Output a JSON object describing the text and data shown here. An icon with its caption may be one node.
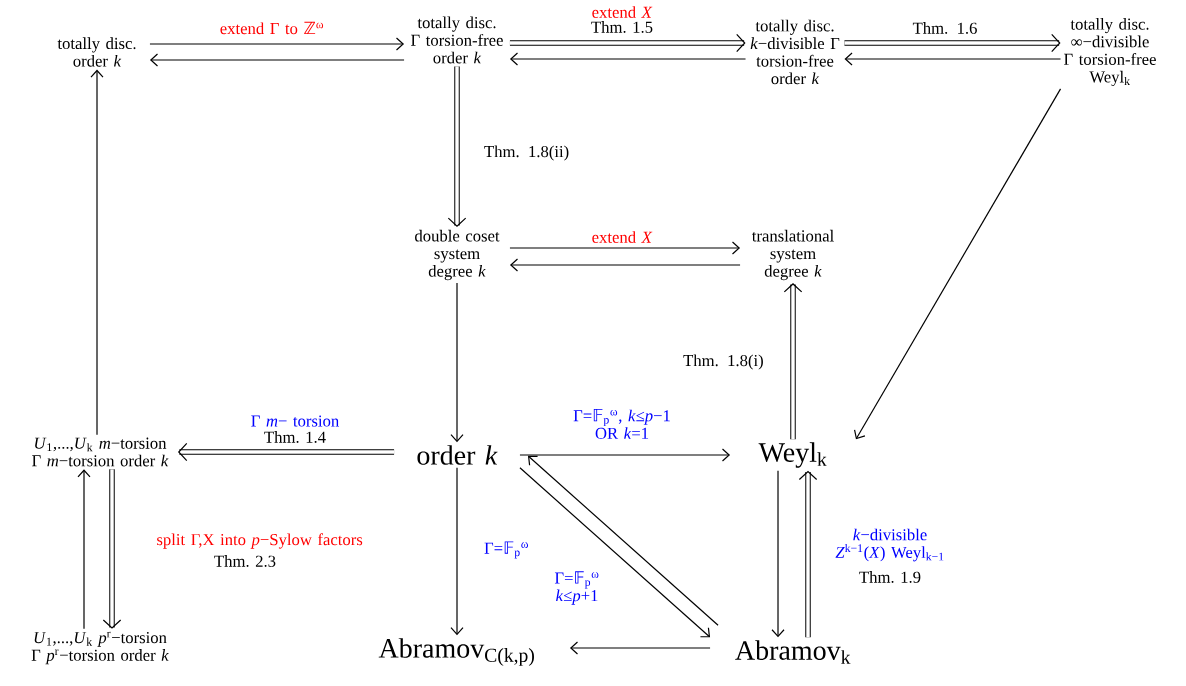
{
  "diagram": {
    "nodes": [
      {
        "text": [
          "totally disc. order *k*"
        ]
      },
      {
        "text": [
          "totally disc. Γ torsion-free order *k*"
        ]
      },
      {
        "text": [
          "totally disc. *k*−divisible Γ torsion-free order *k*"
        ]
      },
      {
        "text": [
          "totally disc. ∞−divisible Γ torsion-free Weyl$_{k}$"
        ]
      },
      {
        "text": [
          "double coset system degree *k*"
        ]
      },
      {
        "text": [
          "translational system degree *k*"
        ]
      },
      {
        "text": [
          "*U*$_{1}$,...,*U*$_{k}$ *m*−torsion Γ *m*−torsion order *k*"
        ]
      },
      {
        "text": [
          "order *k*"
        ]
      },
      {
        "text": [
          "Weyl$_{k}$"
        ]
      },
      {
        "text": [
          "*U*$_{1}$,...,*U*$_{k}$ *p*$^{r}$−torsion Γ *p*$^{r}$−torsion order *k*"
        ]
      },
      {
        "text": [
          "Abramov$_{C(k,p)}$"
        ]
      },
      {
        "text": [
          "Abramov$_{k}$"
        ]
      }
    ],
    "edges": [
      {
        "from": 0,
        "to": 1,
        "arrow": "to",
        "label": "extend Γ to ℤ$^{ω}$"
      },
      {
        "from": 1,
        "to": 0,
        "arrow": "to"
      },
      {
        "from": 1,
        "to": 2,
        "arrow": "to",
        "style": "thick",
        "label": "extend *X*"
      },
      {
        "from": 2,
        "to": 1,
        "arrow": "to"
      },
      {
        "from": 2,
        "to": 3,
        "arrow": "to",
        "style": "thick",
        "label": "Thm. 1.6"
      },
      {
        "from": 3,
        "to": 2,
        "arrow": "to"
      },
      {
        "from": 1,
        "to": 4,
        "arrow": "to",
        "style": "thick",
        "label": "Thm. 1.8(ii)"
      },
      {
        "from": 4,
        "to": 5,
        "arrow": "to",
        "label": "extend *X*"
      },
      {
        "from": 5,
        "to": 4,
        "arrow": "to"
      },
      {
        "from": 4,
        "to": 7,
        "arrow": "to"
      },
      {
        "from": 8,
        "to": 5,
        "arrow": "to",
        "style": "thick",
        "label": "Thm. 1.8(i)"
      },
      {
        "from": 3,
        "to": 8,
        "arrow": "to"
      },
      {
        "from": 6,
        "to": 0,
        "arrow": "to"
      },
      {
        "from": 7,
        "to": 6,
        "arrow": "to",
        "style": "thick",
        "label": "Γ *m*− torsion"
      },
      {
        "from": 9,
        "to": 6,
        "arrow": "to"
      },
      {
        "from": 6,
        "to": 9,
        "arrow": "to",
        "style": "thick",
        "label": "split Γ,X into *p*−Sylow factors"
      },
      {
        "from": 7,
        "to": 8,
        "arrow": "to",
        "label": "Γ=𝔽$_{p}$$^{ω}$, *k*≤*p*−1 OR *k*=1"
      },
      {
        "from": 7,
        "to": 10,
        "arrow": "to",
        "label": "Γ=𝔽$_{p}$$^{ω}$"
      },
      {
        "from": 7,
        "to": 11,
        "arrow": "to",
        "label": "Γ=𝔽$_{p}$$^{ω}$ *k*≤*p*+1"
      },
      {
        "from": 11,
        "to": 7,
        "arrow": "to"
      },
      {
        "from": 8,
        "to": 11,
        "arrow": "to"
      },
      {
        "from": 11,
        "to": 8,
        "arrow": "to",
        "style": "thick",
        "label": "*k*−divisible *Z*$^{k−1}$(*X*) Weyl$_{k−1}$"
      },
      {
        "from": 11,
        "to": 10,
        "arrow": "to"
      }
    ],
    "labels": [
      "Thm. 1.5",
      "Thm. 1.4",
      "Thm. 2.3",
      "Thm. 1.9"
    ]
  }
}
